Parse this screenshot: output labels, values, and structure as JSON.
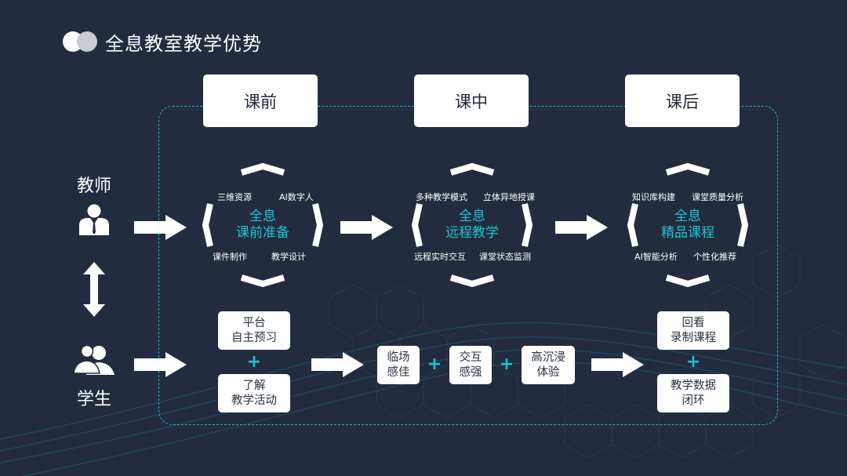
{
  "title": "全息教室教学优势",
  "phases": [
    "课前",
    "课中",
    "课后"
  ],
  "roles": {
    "teacher": "教师",
    "student": "学生"
  },
  "diamonds": [
    {
      "title_line1": "全息",
      "title_line2": "课前准备",
      "features": [
        "三维资源",
        "AI数字人",
        "课件制作",
        "教学设计"
      ]
    },
    {
      "title_line1": "全息",
      "title_line2": "远程教学",
      "features": [
        "多种教学模式",
        "立体异地授课",
        "远程实时交互",
        "课堂状态监测"
      ]
    },
    {
      "title_line1": "全息",
      "title_line2": "精品课程",
      "features": [
        "知识库构建",
        "课堂质量分析",
        "AI智能分析",
        "个性化推荐"
      ]
    }
  ],
  "student_flow": {
    "before": [
      {
        "line1": "平台",
        "line2": "自主预习"
      },
      {
        "line1": "了解",
        "line2": "教学活动"
      }
    ],
    "during": [
      {
        "line1": "临场",
        "line2": "感佳"
      },
      {
        "line1": "交互",
        "line2": "感强"
      },
      {
        "line1": "高沉浸",
        "line2": "体验"
      }
    ],
    "after": [
      {
        "line1": "回看",
        "line2": "录制课程"
      },
      {
        "line1": "教学数据",
        "line2": "闭环"
      }
    ]
  },
  "colors": {
    "background": "#232c3f",
    "accent": "#1fc3cf",
    "dashed_frame": "#1fb6c7",
    "box": "#ffffff"
  },
  "icons": {
    "logo": "double-circle-logo",
    "teacher": "teacher-icon",
    "student": "students-icon",
    "connector": "double-arrow-icon"
  }
}
